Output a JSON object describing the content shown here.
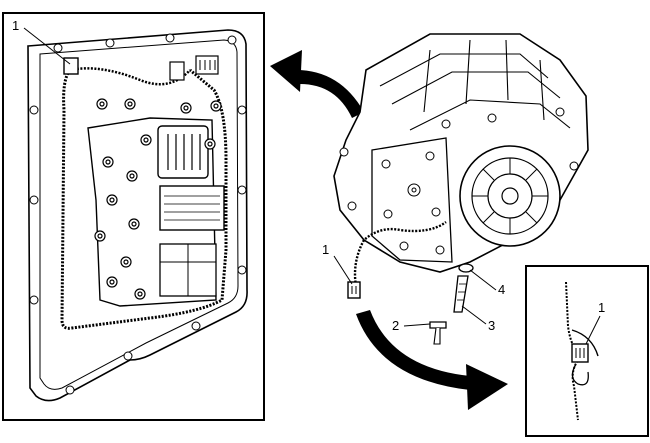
{
  "callouts": {
    "left_panel_1": "1",
    "main_1": "1",
    "main_2": "2",
    "main_3": "3",
    "main_4": "4",
    "right_panel_1": "1"
  },
  "colors": {
    "line": "#000000",
    "background": "#ffffff"
  }
}
